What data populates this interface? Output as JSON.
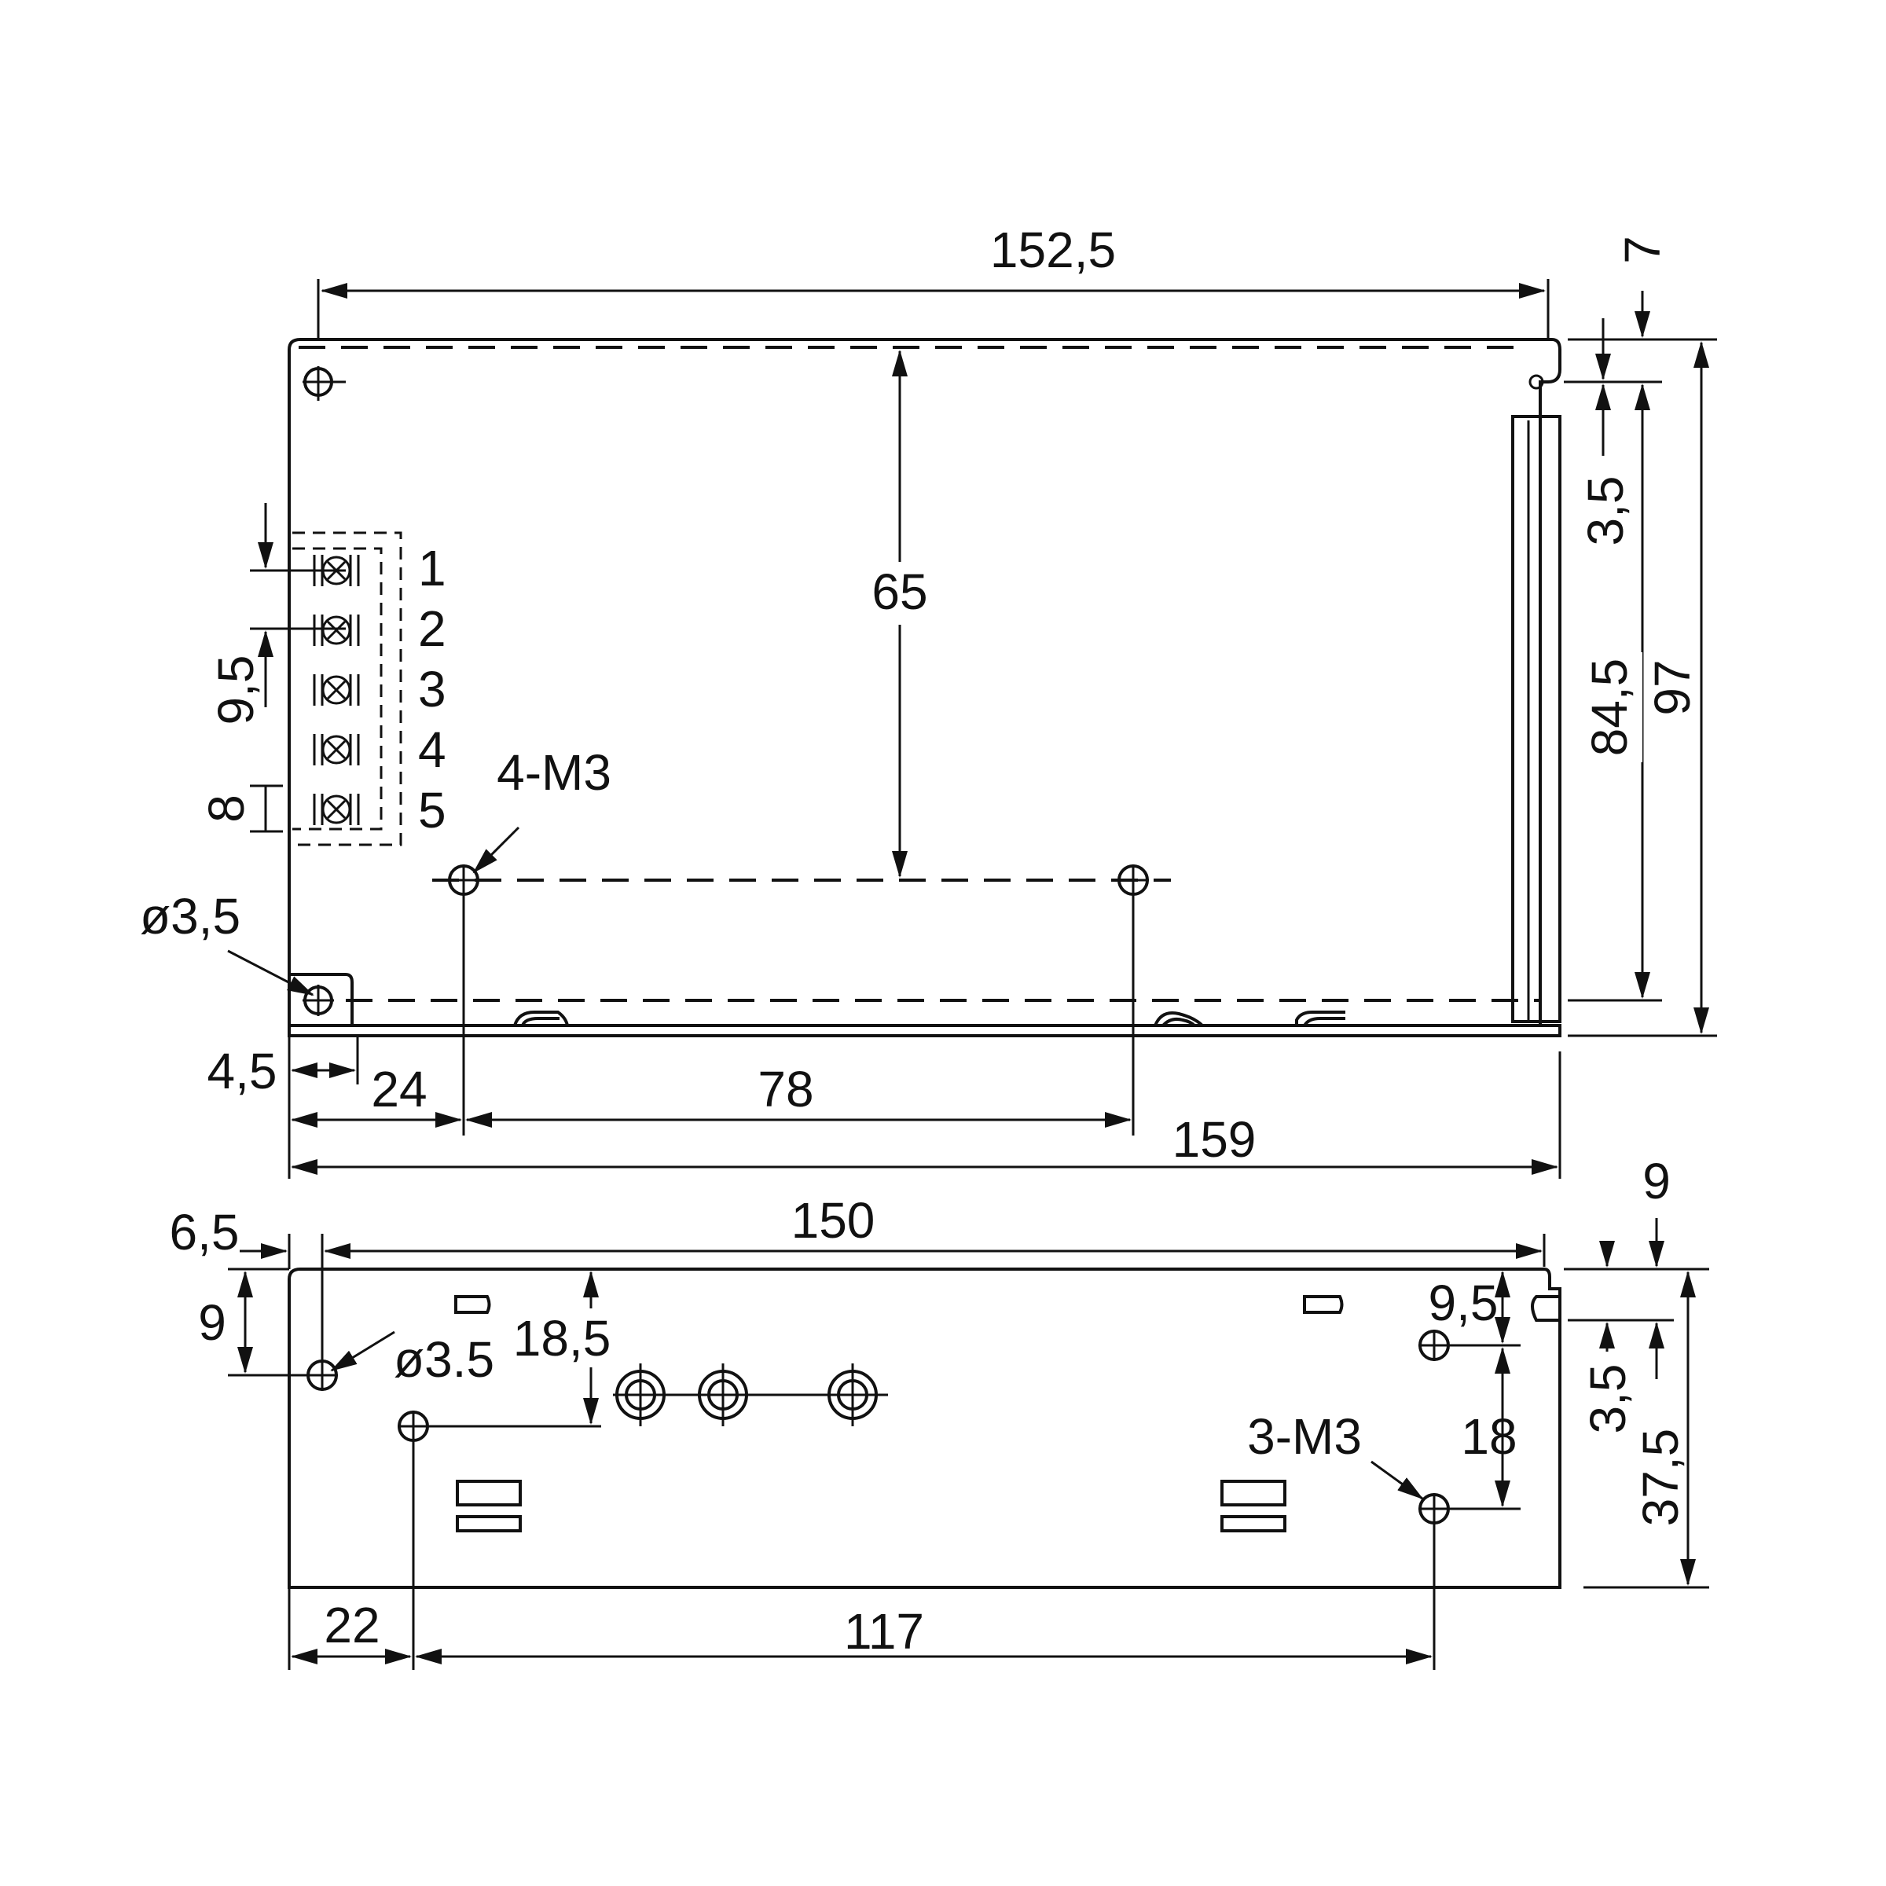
{
  "top_view": {
    "width_mounting": "152,5",
    "right_offset": "7",
    "hole_height": "65",
    "mount_label": "4-M3",
    "hole_dia": "ø3,5",
    "pin_pitch": "9,5",
    "pin_width": "8",
    "offset_4_5": "4,5",
    "dist_24": "24",
    "dist_78": "78",
    "total_width": "159",
    "side_3_5": "3,5",
    "side_84_5": "84,5",
    "height_97": "97",
    "pins": [
      "1",
      "2",
      "3",
      "4",
      "5"
    ]
  },
  "bottom_view": {
    "width_150": "150",
    "left_6_5": "6,5",
    "right_9": "9",
    "left_9": "9",
    "hole_dia": "ø3.5",
    "dist_18_5": "18,5",
    "right_9_5": "9,5",
    "right_18": "18",
    "mount_label": "3-M3",
    "right_3_5": "3,5",
    "height_37_5": "37,5",
    "dist_22": "22",
    "dist_117": "117"
  }
}
